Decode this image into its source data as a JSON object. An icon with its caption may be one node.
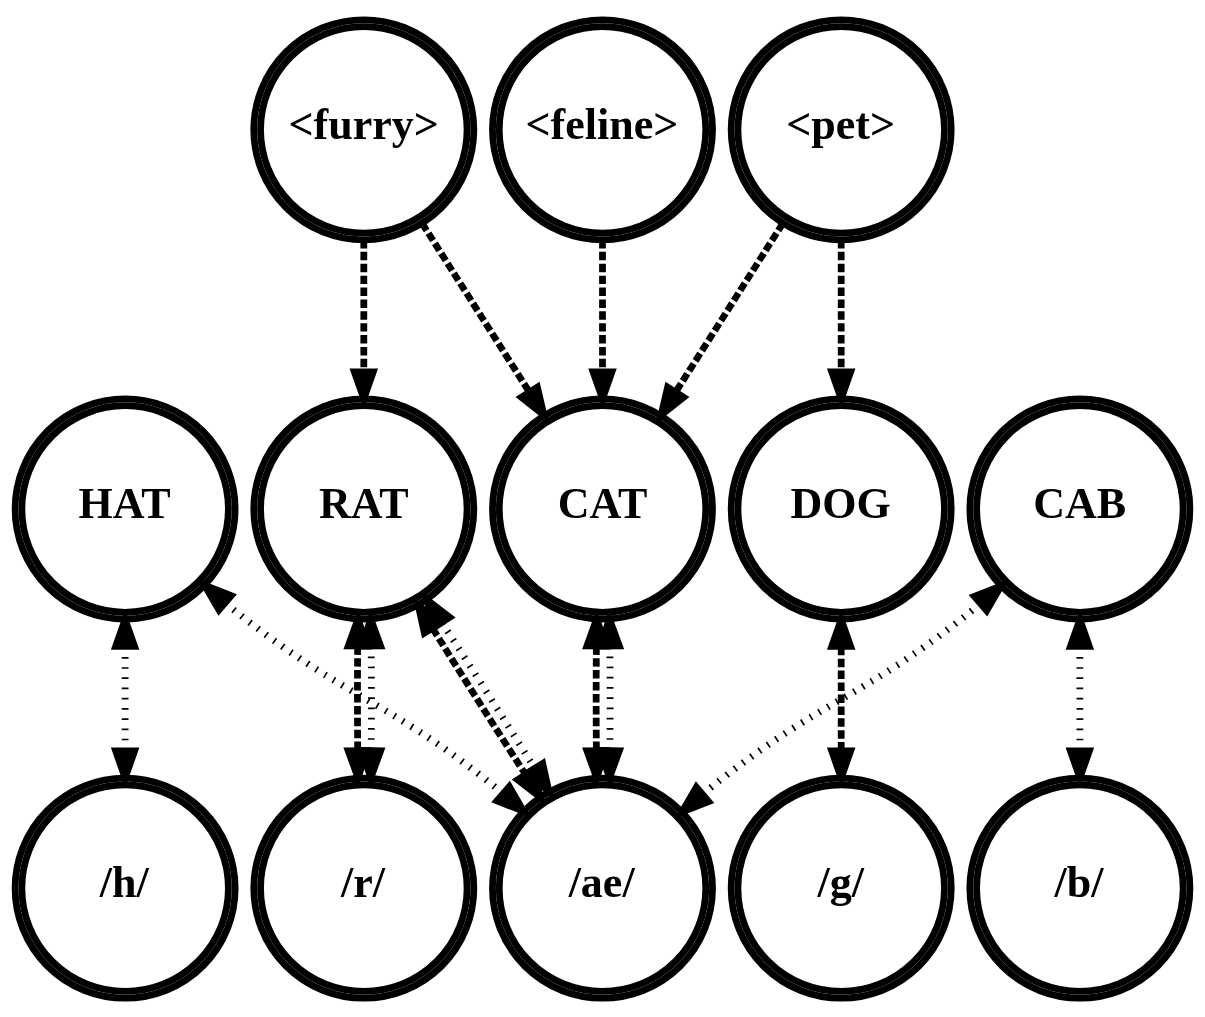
{
  "diagram": {
    "nodes": [
      {
        "text": [
          "<furry>"
        ]
      },
      {
        "text": [
          "<feline>"
        ]
      },
      {
        "text": [
          "<pet>"
        ]
      },
      {
        "text": [
          "HAT"
        ]
      },
      {
        "text": [
          "RAT"
        ]
      },
      {
        "text": [
          "CAT"
        ]
      },
      {
        "text": [
          "DOG"
        ]
      },
      {
        "text": [
          "CAB"
        ]
      },
      {
        "text": [
          "/h/"
        ]
      },
      {
        "text": [
          "/r/"
        ]
      },
      {
        "text": [
          "/ae/"
        ]
      },
      {
        "text": [
          "/g/"
        ]
      },
      {
        "text": [
          "/b/"
        ]
      }
    ],
    "edges": [
      {
        "from": 0,
        "to": 4,
        "arrow": "to",
        "style": "dashed"
      },
      {
        "from": 0,
        "to": 5,
        "arrow": "to",
        "style": "dashed"
      },
      {
        "from": 1,
        "to": 5,
        "arrow": "to",
        "style": "dashed"
      },
      {
        "from": 2,
        "to": 5,
        "arrow": "to",
        "style": "dashed"
      },
      {
        "from": 2,
        "to": 6,
        "arrow": "to",
        "style": "dashed"
      },
      {
        "from": 3,
        "to": 8,
        "arrow": "both"
      },
      {
        "from": 4,
        "to": 9,
        "arrow": "both",
        "style": "dashed"
      },
      {
        "from": 4,
        "to": 9,
        "arrow": "both"
      },
      {
        "from": 3,
        "to": 10,
        "arrow": "both"
      },
      {
        "from": 4,
        "to": 10,
        "arrow": "both",
        "style": "dashed"
      },
      {
        "from": 4,
        "to": 10,
        "arrow": "both"
      },
      {
        "from": 5,
        "to": 10,
        "arrow": "both",
        "style": "dashed"
      },
      {
        "from": 5,
        "to": 10,
        "arrow": "both"
      },
      {
        "from": 6,
        "to": 11,
        "arrow": "both",
        "style": "dashed"
      },
      {
        "from": 7,
        "to": 10,
        "arrow": "both"
      },
      {
        "from": 7,
        "to": 12,
        "arrow": "both"
      }
    ]
  }
}
